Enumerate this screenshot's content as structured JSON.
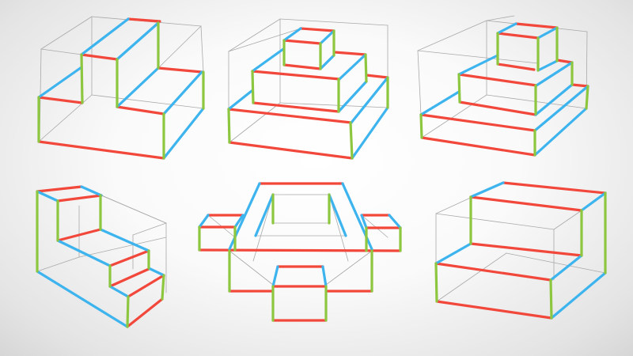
{
  "colors": {
    "horizontal_edges": "#f2483c",
    "depth_edges": "#3db4ee",
    "vertical_edges": "#8dc63f",
    "construction_lines": "#a9a9a9"
  },
  "figures": [
    {
      "id": "two-steps-notched"
    },
    {
      "id": "three-tier-pyramid"
    },
    {
      "id": "three-tier-offset-pyramid"
    },
    {
      "id": "side-staircase"
    },
    {
      "id": "frame-with-blocks"
    },
    {
      "id": "two-step-block"
    }
  ]
}
